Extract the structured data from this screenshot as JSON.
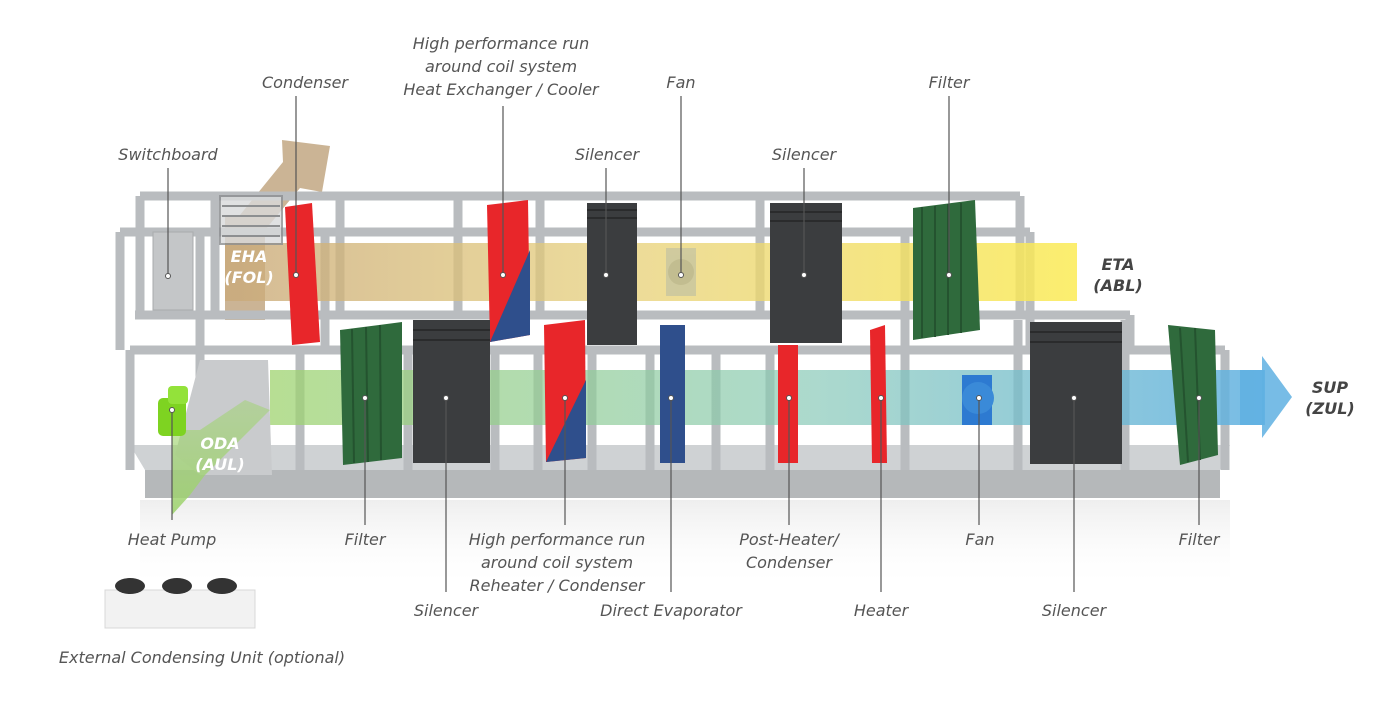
{
  "labels_top": {
    "condenser": "Condenser",
    "rac_cooler_line1": "High performance run",
    "rac_cooler_line2": "around coil system",
    "rac_cooler_line3": "Heat Exchanger / Cooler",
    "fan_top": "Fan",
    "filter_top": "Filter",
    "switchboard": "Switchboard",
    "silencer_top_1": "Silencer",
    "silencer_top_2": "Silencer"
  },
  "labels_bottom": {
    "heat_pump": "Heat Pump",
    "filter_bottom_1": "Filter",
    "rac_reheater_line1": "High performance run",
    "rac_reheater_line2": "around coil system",
    "rac_reheater_line3": "Reheater / Condenser",
    "post_heater_line1": "Post-Heater/",
    "post_heater_line2": "Condenser",
    "fan_bottom": "Fan",
    "filter_bottom_2": "Filter",
    "silencer_bottom_1": "Silencer",
    "direct_evaporator": "Direct Evaporator",
    "heater": "Heater",
    "silencer_bottom_2": "Silencer",
    "external_condensing_unit": "External Condensing Unit (optional)"
  },
  "airflows": {
    "eha_line1": "EHA",
    "eha_line2": "(FOL)",
    "oda_line1": "ODA",
    "oda_line2": "(AUL)",
    "eta_line1": "ETA",
    "eta_line2": "(ABL)",
    "sup_line1": "SUP",
    "sup_line2": "(ZUL)"
  },
  "colors": {
    "frame": "#b9bcbf",
    "filter": "#2f6a3c",
    "silencer": "#3b3d3f",
    "heater_red": "#e8262a",
    "cooler_blue": "#2f4f8c",
    "extract_air": "#f3e46a",
    "exhaust_air": "#b99b72",
    "outdoor_air": "#9fd36f",
    "supply_air": "#6fb8e0",
    "heat_pump": "#7ed321"
  }
}
